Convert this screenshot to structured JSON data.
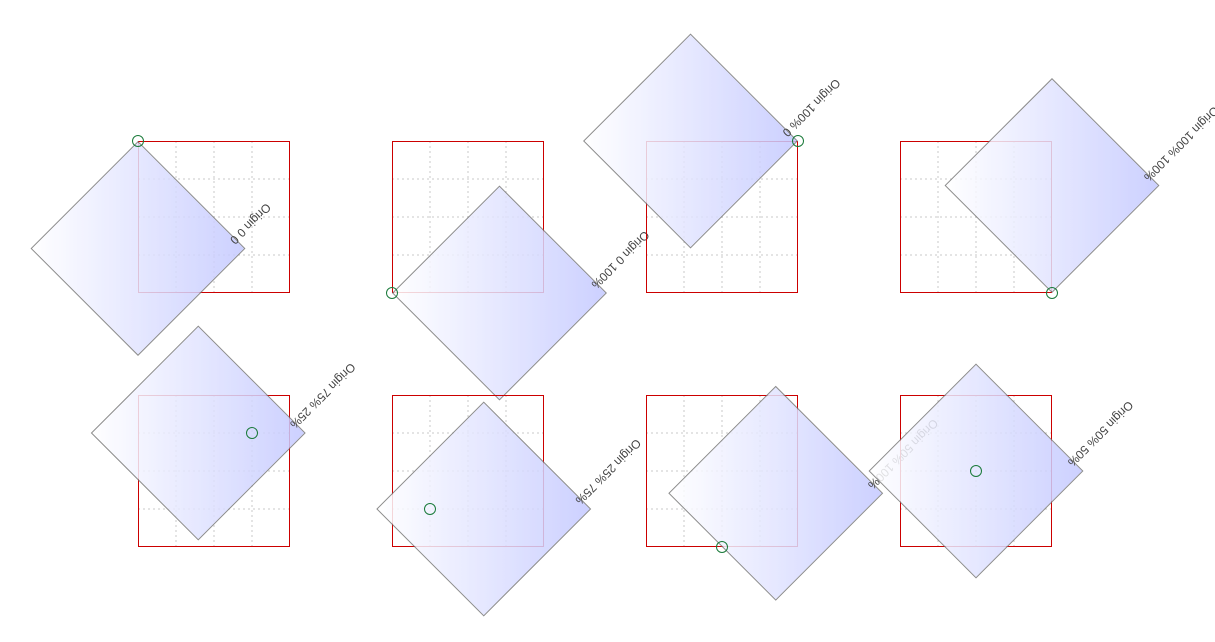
{
  "colors": {
    "frame_border": "#cc0000",
    "grid_line": "#c8c8c8",
    "box_gradient_start": "#c4c9ff",
    "box_gradient_end": "#ffffff",
    "box_border": "#777777",
    "origin_marker": "#1a7a3a"
  },
  "demos": [
    {
      "label": "Origin 0 0"
    },
    {
      "label": "Origin 0 100%"
    },
    {
      "label": "Origin 100% 0"
    },
    {
      "label": "Origin 100% 100%"
    },
    {
      "label": "Origin 75% 25%"
    },
    {
      "label": "Origin 25% 75%"
    },
    {
      "label": "Origin 50% 100%"
    },
    {
      "label": "Origin 50% 50%"
    }
  ]
}
